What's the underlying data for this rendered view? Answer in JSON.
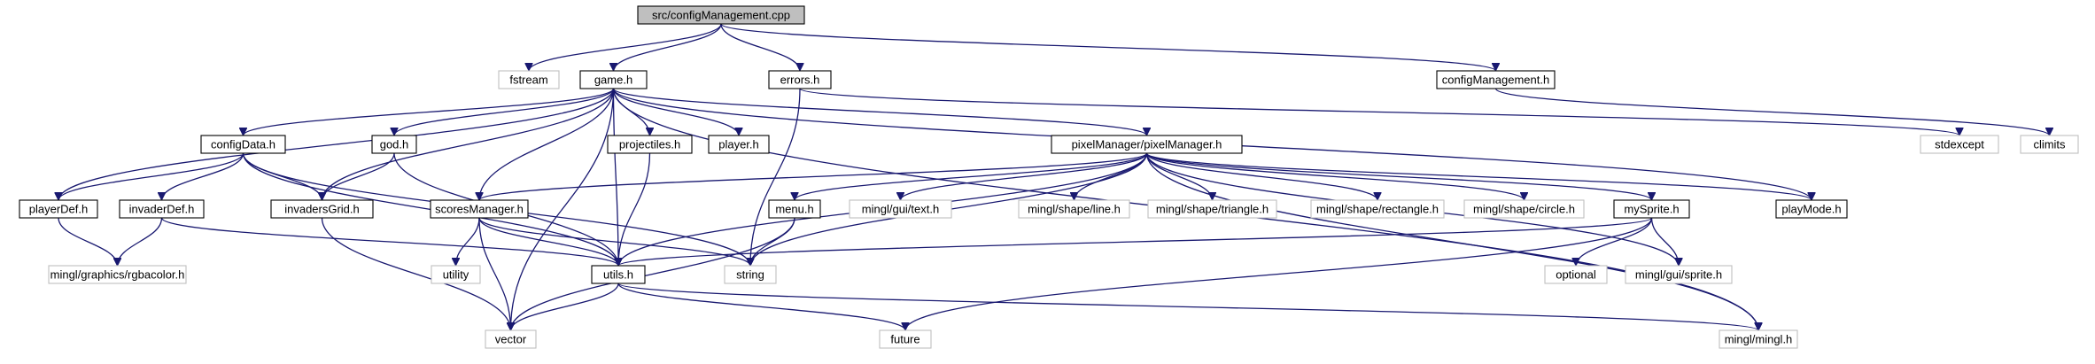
{
  "graph": {
    "root_label": "src/configManagement.cpp",
    "colors": {
      "edge": "#191970",
      "root_fill": "#bfbfbf",
      "local_border": "#000000",
      "external_border": "#bfbfbf"
    },
    "nodes": [
      {
        "id": "root",
        "label": "src/configManagement.cpp",
        "kind": "root"
      },
      {
        "id": "fstream",
        "label": "fstream",
        "kind": "external"
      },
      {
        "id": "game",
        "label": "game.h",
        "kind": "local"
      },
      {
        "id": "errors",
        "label": "errors.h",
        "kind": "local"
      },
      {
        "id": "configMgmtH",
        "label": "configManagement.h",
        "kind": "local"
      },
      {
        "id": "stdexcept",
        "label": "stdexcept",
        "kind": "external"
      },
      {
        "id": "climits",
        "label": "climits",
        "kind": "external"
      },
      {
        "id": "configData",
        "label": "configData.h",
        "kind": "local"
      },
      {
        "id": "god",
        "label": "god.h",
        "kind": "local"
      },
      {
        "id": "projectiles",
        "label": "projectiles.h",
        "kind": "local"
      },
      {
        "id": "player",
        "label": "player.h",
        "kind": "local"
      },
      {
        "id": "pixelManager",
        "label": "pixelManager/pixelManager.h",
        "kind": "local"
      },
      {
        "id": "playerDef",
        "label": "playerDef.h",
        "kind": "local"
      },
      {
        "id": "invaderDef",
        "label": "invaderDef.h",
        "kind": "local"
      },
      {
        "id": "invadersGrid",
        "label": "invadersGrid.h",
        "kind": "local"
      },
      {
        "id": "scoresManager",
        "label": "scoresManager.h",
        "kind": "local"
      },
      {
        "id": "menu",
        "label": "menu.h",
        "kind": "local"
      },
      {
        "id": "text",
        "label": "mingl/gui/text.h",
        "kind": "external"
      },
      {
        "id": "line",
        "label": "mingl/shape/line.h",
        "kind": "external"
      },
      {
        "id": "triangle",
        "label": "mingl/shape/triangle.h",
        "kind": "external"
      },
      {
        "id": "rectangle",
        "label": "mingl/shape/rectangle.h",
        "kind": "external"
      },
      {
        "id": "circle",
        "label": "mingl/shape/circle.h",
        "kind": "external"
      },
      {
        "id": "mySprite",
        "label": "mySprite.h",
        "kind": "local"
      },
      {
        "id": "playMode",
        "label": "playMode.h",
        "kind": "local"
      },
      {
        "id": "rgbacolor",
        "label": "mingl/graphics/rgbacolor.h",
        "kind": "external"
      },
      {
        "id": "utility",
        "label": "utility",
        "kind": "external"
      },
      {
        "id": "utils",
        "label": "utils.h",
        "kind": "local"
      },
      {
        "id": "string",
        "label": "string",
        "kind": "external"
      },
      {
        "id": "optional",
        "label": "optional",
        "kind": "external"
      },
      {
        "id": "sprite",
        "label": "mingl/gui/sprite.h",
        "kind": "external"
      },
      {
        "id": "vector",
        "label": "vector",
        "kind": "external"
      },
      {
        "id": "future",
        "label": "future",
        "kind": "external"
      },
      {
        "id": "mingl",
        "label": "mingl/mingl.h",
        "kind": "external"
      }
    ],
    "edges": [
      [
        "root",
        "fstream"
      ],
      [
        "root",
        "game"
      ],
      [
        "root",
        "errors"
      ],
      [
        "root",
        "configMgmtH"
      ],
      [
        "game",
        "configData"
      ],
      [
        "game",
        "god"
      ],
      [
        "game",
        "projectiles"
      ],
      [
        "game",
        "player"
      ],
      [
        "game",
        "pixelManager"
      ],
      [
        "game",
        "playerDef"
      ],
      [
        "game",
        "invadersGrid"
      ],
      [
        "game",
        "scoresManager"
      ],
      [
        "game",
        "utils"
      ],
      [
        "game",
        "vector"
      ],
      [
        "game",
        "playMode"
      ],
      [
        "game",
        "mingl"
      ],
      [
        "errors",
        "stdexcept"
      ],
      [
        "errors",
        "string"
      ],
      [
        "configMgmtH",
        "climits"
      ],
      [
        "configData",
        "playerDef"
      ],
      [
        "configData",
        "invaderDef"
      ],
      [
        "configData",
        "invadersGrid"
      ],
      [
        "configData",
        "utils"
      ],
      [
        "configData",
        "string"
      ],
      [
        "god",
        "invadersGrid"
      ],
      [
        "god",
        "utils"
      ],
      [
        "projectiles",
        "utils"
      ],
      [
        "pixelManager",
        "scoresManager"
      ],
      [
        "pixelManager",
        "menu"
      ],
      [
        "pixelManager",
        "text"
      ],
      [
        "pixelManager",
        "line"
      ],
      [
        "pixelManager",
        "triangle"
      ],
      [
        "pixelManager",
        "rectangle"
      ],
      [
        "pixelManager",
        "circle"
      ],
      [
        "pixelManager",
        "mySprite"
      ],
      [
        "pixelManager",
        "playMode"
      ],
      [
        "pixelManager",
        "utils"
      ],
      [
        "pixelManager",
        "string"
      ],
      [
        "pixelManager",
        "sprite"
      ],
      [
        "pixelManager",
        "mingl"
      ],
      [
        "playerDef",
        "rgbacolor"
      ],
      [
        "invaderDef",
        "rgbacolor"
      ],
      [
        "invaderDef",
        "utils"
      ],
      [
        "invadersGrid",
        "vector"
      ],
      [
        "scoresManager",
        "utility"
      ],
      [
        "scoresManager",
        "utils"
      ],
      [
        "scoresManager",
        "string"
      ],
      [
        "scoresManager",
        "vector"
      ],
      [
        "menu",
        "string"
      ],
      [
        "menu",
        "vector"
      ],
      [
        "mySprite",
        "optional"
      ],
      [
        "mySprite",
        "sprite"
      ],
      [
        "mySprite",
        "utils"
      ],
      [
        "mySprite",
        "future"
      ],
      [
        "utils",
        "vector"
      ],
      [
        "utils",
        "future"
      ],
      [
        "utils",
        "mingl"
      ]
    ]
  }
}
